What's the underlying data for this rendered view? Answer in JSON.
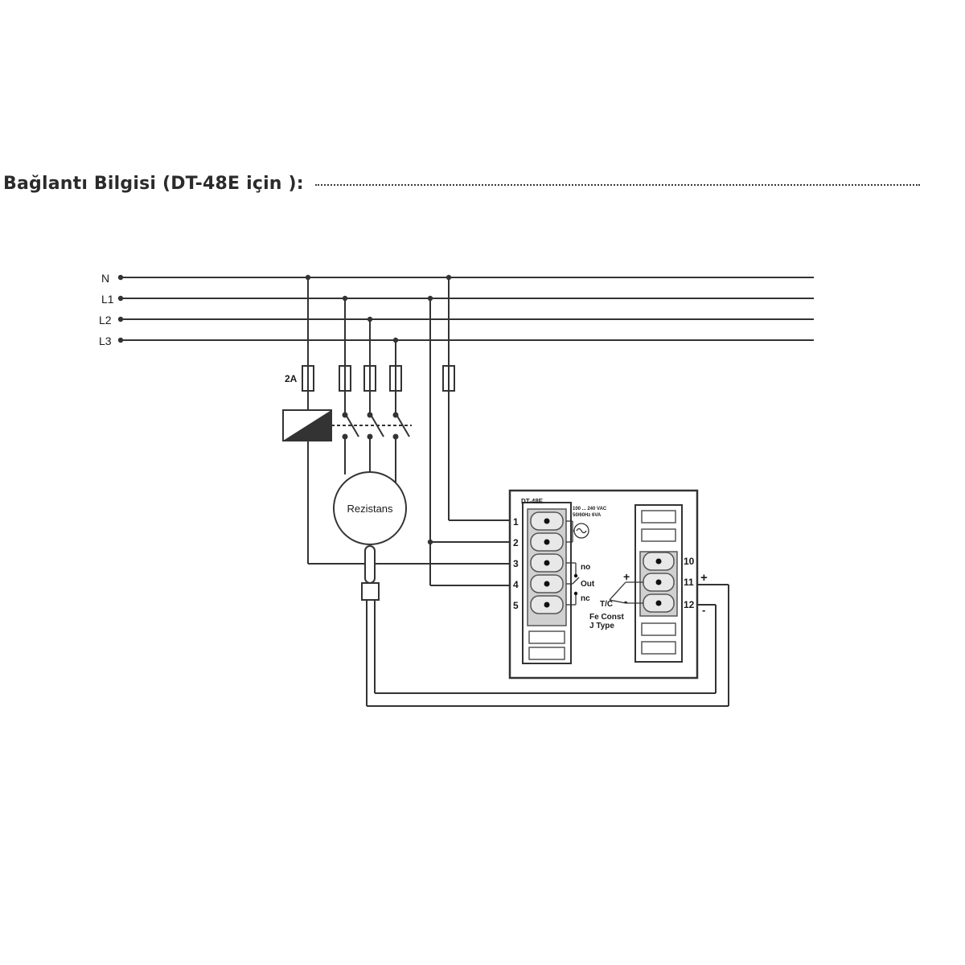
{
  "header": {
    "title": "Bağlantı Bilgisi (DT-48E için ):"
  },
  "lines": {
    "n": "N",
    "l1": "L1",
    "l2": "L2",
    "l3": "L3"
  },
  "fuse_label": "2A",
  "heater_label": "Rezistans",
  "device": {
    "name": "DT-48E",
    "supply_line1": "100 ... 240 VAC",
    "supply_line2": "50/60Hz 6VA",
    "terminals_left": [
      "1",
      "2",
      "3",
      "4",
      "5"
    ],
    "terminals_right": [
      "10",
      "11",
      "12"
    ],
    "relay_no": "no",
    "relay_out": "Out",
    "relay_nc": "nc",
    "tc_plus": "+",
    "tc_minus": "-",
    "tc_label": "T/C",
    "sensor_line1": "Fe Const",
    "sensor_line2": "J Type",
    "ext_plus": "+",
    "ext_minus": "-"
  }
}
